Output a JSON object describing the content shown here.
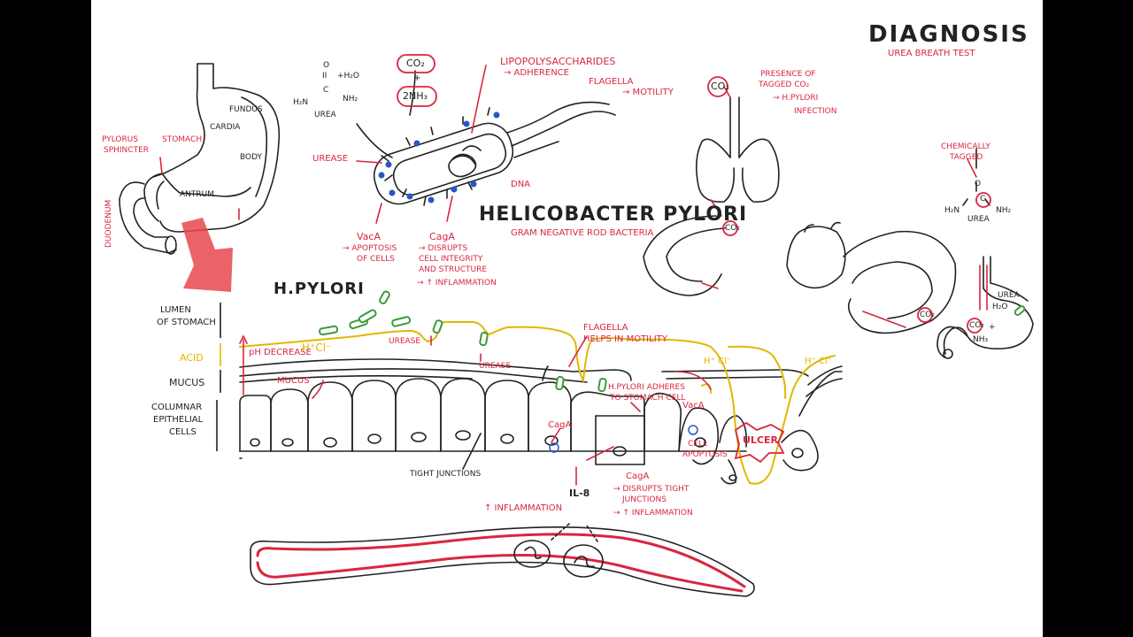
{
  "diagnosis": {
    "title": "DIAGNOSIS",
    "subtitle": "UREA BREATH TEST"
  },
  "bacterium": {
    "title": "HELICOBACTER PYLORI",
    "subtitle": "GRAM NEGATIVE ROD BACTERIA",
    "lipopolysaccharides": "LIPOPOLYSACCHARIDES",
    "adherence": "→ ADHERENCE",
    "flagella": "FLAGELLA",
    "motility": "→ MOTILITY",
    "urease": "UREASE",
    "dna": "DNA",
    "vaca": "VacA",
    "vaca_effect_1": "→ APOPTOSIS",
    "vaca_effect_2": "OF CELLS",
    "caga": "CagA",
    "caga_effect_1": "→ DISRUPTS",
    "caga_effect_2": "CELL INTEGRITY",
    "caga_effect_3": "AND STRUCTURE",
    "caga_effect_4": "→ ↑ INFLAMMATION"
  },
  "reaction": {
    "o": "O",
    "bond": "II",
    "c": "C",
    "h2n": "H₂N",
    "nh2": "NH₂",
    "h2o": "+H₂O",
    "urea": "UREA",
    "co2": "CO₂",
    "plus": "+",
    "nh3": "2NH₃"
  },
  "stomach": {
    "fundus": "FUNDUS",
    "cardia": "CARDIA",
    "body": "BODY",
    "antrum": "ANTRUM",
    "stomach": "STOMACH",
    "pylorus_1": "PYLORUS",
    "pylorus_2": "SPHINCTER",
    "duodenum": "DUODENUM"
  },
  "layers": {
    "lumen_1": "LUMEN",
    "lumen_2": "OF STOMACH",
    "acid": "ACID",
    "mucus": "MUCUS",
    "epi_1": "COLUMNAR",
    "epi_2": "EPITHELIAL",
    "epi_3": "CELLS"
  },
  "mucosa": {
    "hpylori": "H.PYLORI",
    "ph_decrease": "pH DECREASE",
    "hcl": "H⁺Cl⁻",
    "urease": "UREASE",
    "mucus": "MUCUS",
    "urease2": "UREASE",
    "flagella_1": "FLAGELLA",
    "flagella_2": "HELPS IN MOTILITY",
    "adheres_1": "H.PYLORI ADHERES",
    "adheres_2": "TO STOMACH CELL",
    "caga": "CagA",
    "vaca": "VacA",
    "apoptosis_1": "CELL",
    "apoptosis_2": "APOPTOSIS",
    "ulcer": "ULCER",
    "hcl_right": "H⁺ Cl⁻",
    "hcl_far": "H⁺ Cl⁻",
    "tight_junctions": "TIGHT JUNCTIONS",
    "il8": "IL-8",
    "caga2": "CagA",
    "disrupts_1": "→ DISRUPTS TIGHT",
    "disrupts_2": "JUNCTIONS",
    "disrupts_3": "→ ↑ INFLAMMATION",
    "inflammation": "↑ INFLAMMATION"
  },
  "breath": {
    "co2_top": "CO₂",
    "presence_1": "PRESENCE OF",
    "presence_2": "TAGGED CO₂",
    "presence_3": "→ H.PYLORI",
    "presence_4": "INFECTION",
    "chem_1": "CHEMICALLY",
    "chem_2": "TAGGED",
    "o": "O",
    "c": "C",
    "h2n": "H₂N",
    "nh2": "NH₂",
    "urea": "UREA",
    "co2_a": "CO₂",
    "co2_b": "CO₂",
    "urea_s": "UREA",
    "h2o_s": "H₂O",
    "co2_s": "CO₂",
    "nh3_s": "NH₃",
    "plus": "+"
  },
  "colors": {
    "red": "#d8263f",
    "black": "#222222",
    "yellow": "#e0b800",
    "green": "#3a9a3a",
    "blue": "#2a55c8"
  }
}
